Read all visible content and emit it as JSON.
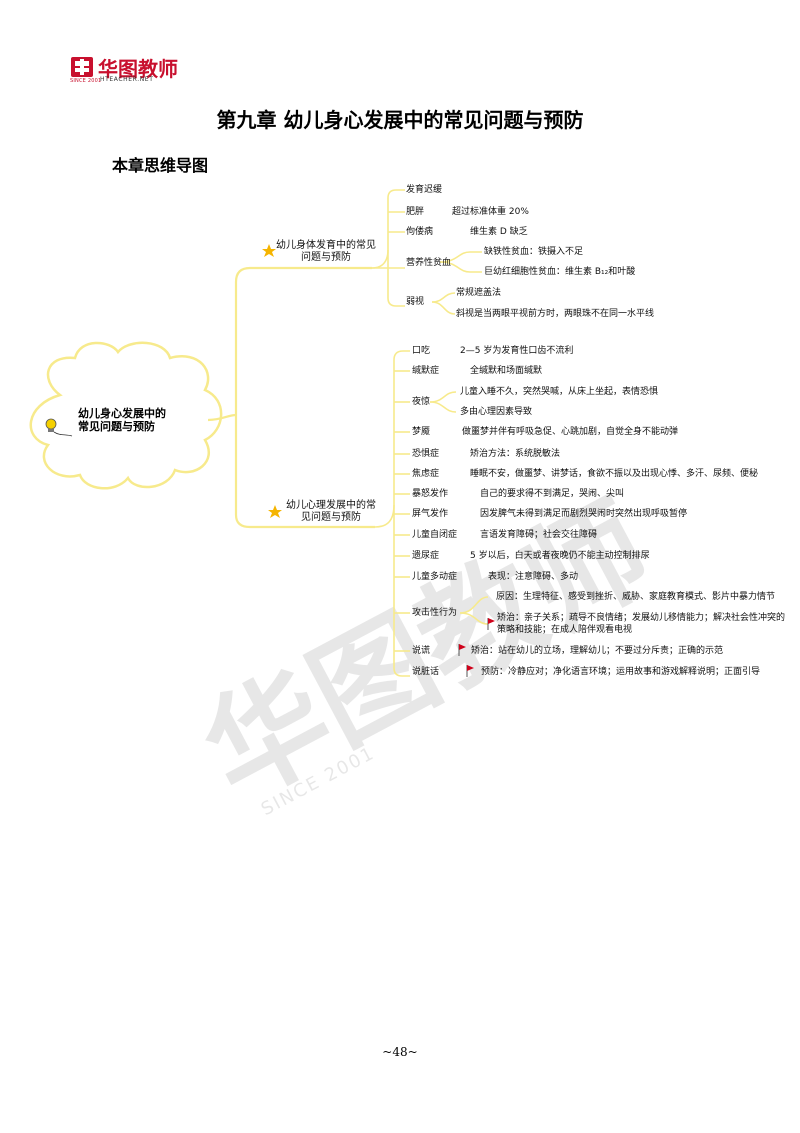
{
  "header": {
    "logo_text": "华图教师",
    "logo_sub": "HTEACHER.NET",
    "logo_since": "SINCE 2001"
  },
  "title": "第九章  幼儿身心发展中的常见问题与预防",
  "subtitle": "本章思维导图",
  "mindmap": {
    "root": "幼儿身心发展中的常见问题与预防",
    "branch1": {
      "label": "幼儿身体发育中的常见问题与预防",
      "items": [
        {
          "name": "发育迟缓"
        },
        {
          "name": "肥胖",
          "detail": "超过标准体重 20%"
        },
        {
          "name": "佝偻病",
          "detail": "维生素 D 缺乏"
        },
        {
          "name": "营养性贫血",
          "details": [
            "缺铁性贫血：铁摄入不足",
            "巨幼红细胞性贫血：维生素 B₁₂和叶酸"
          ]
        },
        {
          "name": "弱视",
          "details": [
            "常规遮盖法",
            "斜视是当两眼平视前方时，两眼珠不在同一水平线"
          ]
        }
      ]
    },
    "branch2": {
      "label": "幼儿心理发展中的常见问题与预防",
      "items": [
        {
          "name": "口吃",
          "detail": "2—5 岁为发育性口齿不流利"
        },
        {
          "name": "缄默症",
          "detail": "全缄默和场面缄默"
        },
        {
          "name": "夜惊",
          "details": [
            "儿童入睡不久，突然哭喊，从床上坐起，表情恐惧",
            "多由心理因素导致"
          ]
        },
        {
          "name": "梦魇",
          "detail": "做噩梦并伴有呼吸急促、心跳加剧，自觉全身不能动弹"
        },
        {
          "name": "恐惧症",
          "detail": "矫治方法：系统脱敏法"
        },
        {
          "name": "焦虑症",
          "detail": "睡眠不安，做噩梦、讲梦话，食欲不振以及出现心悸、多汗、尿频、便秘"
        },
        {
          "name": "暴怒发作",
          "detail": "自己的要求得不到满足，哭闹、尖叫"
        },
        {
          "name": "屏气发作",
          "detail": "因发脾气未得到满足而剧烈哭闹时突然出现呼吸暂停"
        },
        {
          "name": "儿童自闭症",
          "detail": "言语发育障碍；社会交往障碍"
        },
        {
          "name": "遗尿症",
          "detail": "5 岁以后，白天或者夜晚仍不能主动控制排尿"
        },
        {
          "name": "儿童多动症",
          "detail": "表现：注意障碍、多动"
        },
        {
          "name": "攻击性行为",
          "details": [
            "原因：生理特征、感受到挫折、威胁、家庭教育模式、影片中暴力情节",
            "矫治：亲子关系；疏导不良情绪；发展幼儿移情能力；解决社会性冲突的策略和技能；在成人陪伴观看电视"
          ]
        },
        {
          "name": "说谎",
          "detail": "矫治：站在幼儿的立场，理解幼儿；不要过分斥责；正确的示范"
        },
        {
          "name": "说脏话",
          "detail": "预防：冷静应对；净化语言环境；运用故事和游戏解释说明；正面引导"
        }
      ]
    }
  },
  "colors": {
    "branch_line": "#f7ea8c",
    "brand_red": "#c8102e",
    "star": "#f5b400",
    "flag": "#d0021b"
  },
  "page_number": "~48~"
}
